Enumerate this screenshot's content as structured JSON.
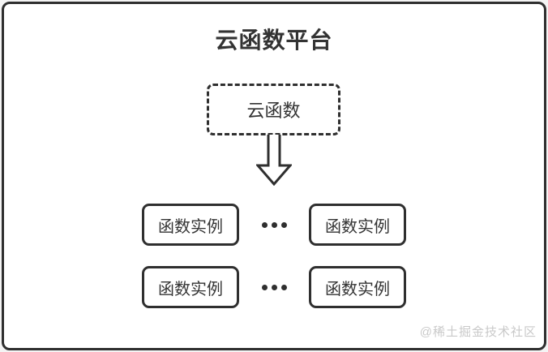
{
  "diagram": {
    "title": "云函数平台",
    "cloud_function": {
      "label": "云函数"
    },
    "arrow_icon": "hollow-down-arrow",
    "ellipsis_icon": "three-dots",
    "rows": [
      {
        "left_label": "函数实例",
        "right_label": "函数实例"
      },
      {
        "left_label": "函数实例",
        "right_label": "函数实例"
      }
    ],
    "watermark": "@稀土掘金技术社区"
  },
  "colors": {
    "line": "#2f2f2f",
    "text": "#333333",
    "canvas_background": "#ffffff",
    "page_background": "#f4f4f4",
    "watermark_text": "#c9c9c9"
  }
}
